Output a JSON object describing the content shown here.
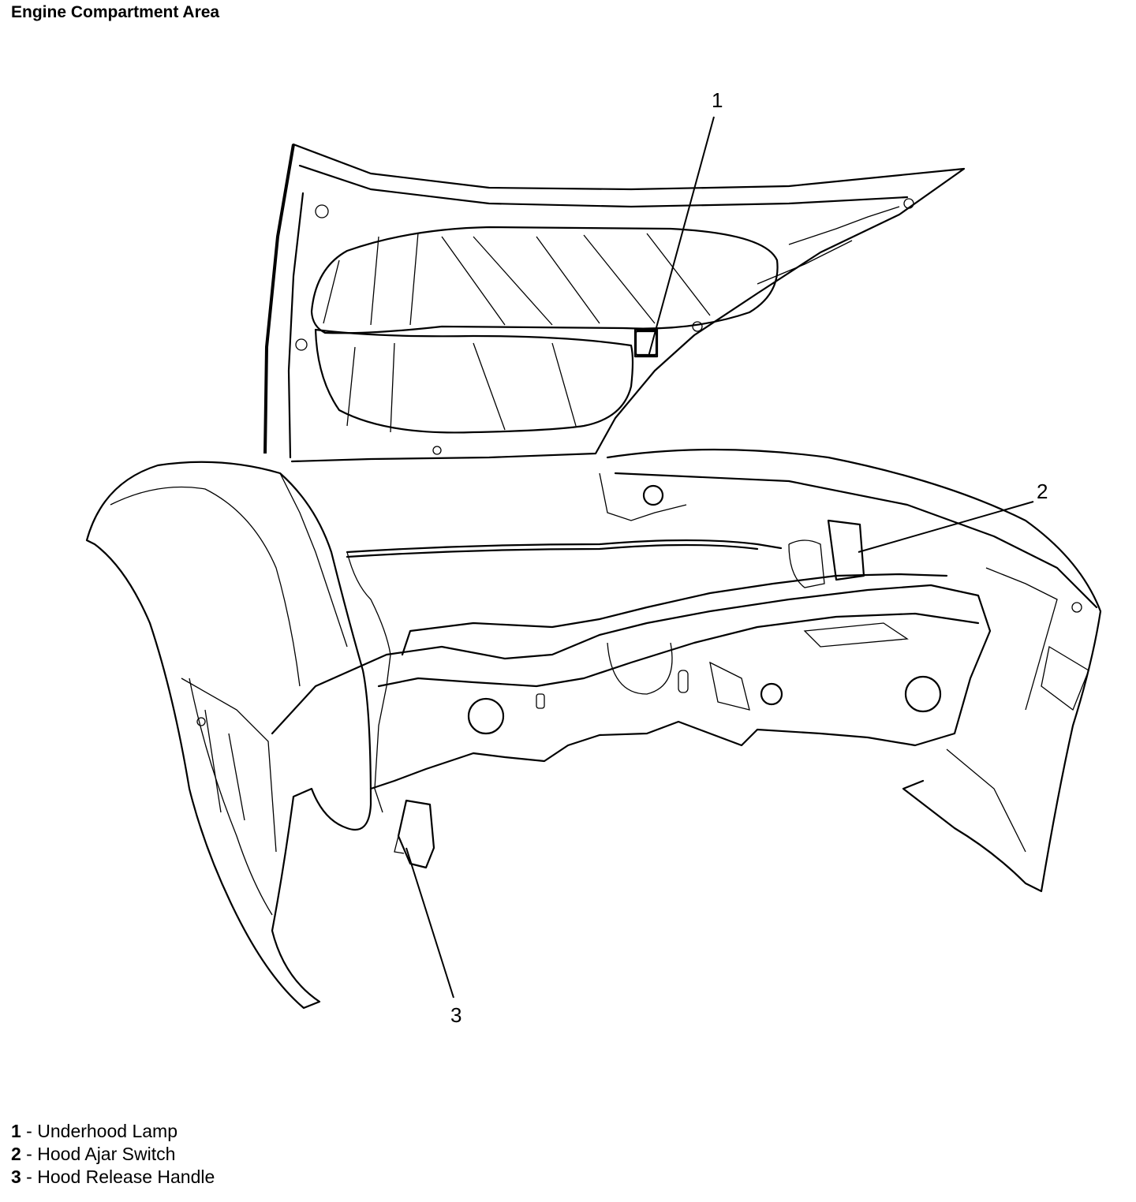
{
  "title": "Engine Compartment Area",
  "callouts": [
    {
      "number": "1",
      "label": "Underhood Lamp"
    },
    {
      "number": "2",
      "label": "Hood Ajar Switch"
    },
    {
      "number": "3",
      "label": "Hood Release Handle"
    }
  ],
  "legend_separator": " - "
}
